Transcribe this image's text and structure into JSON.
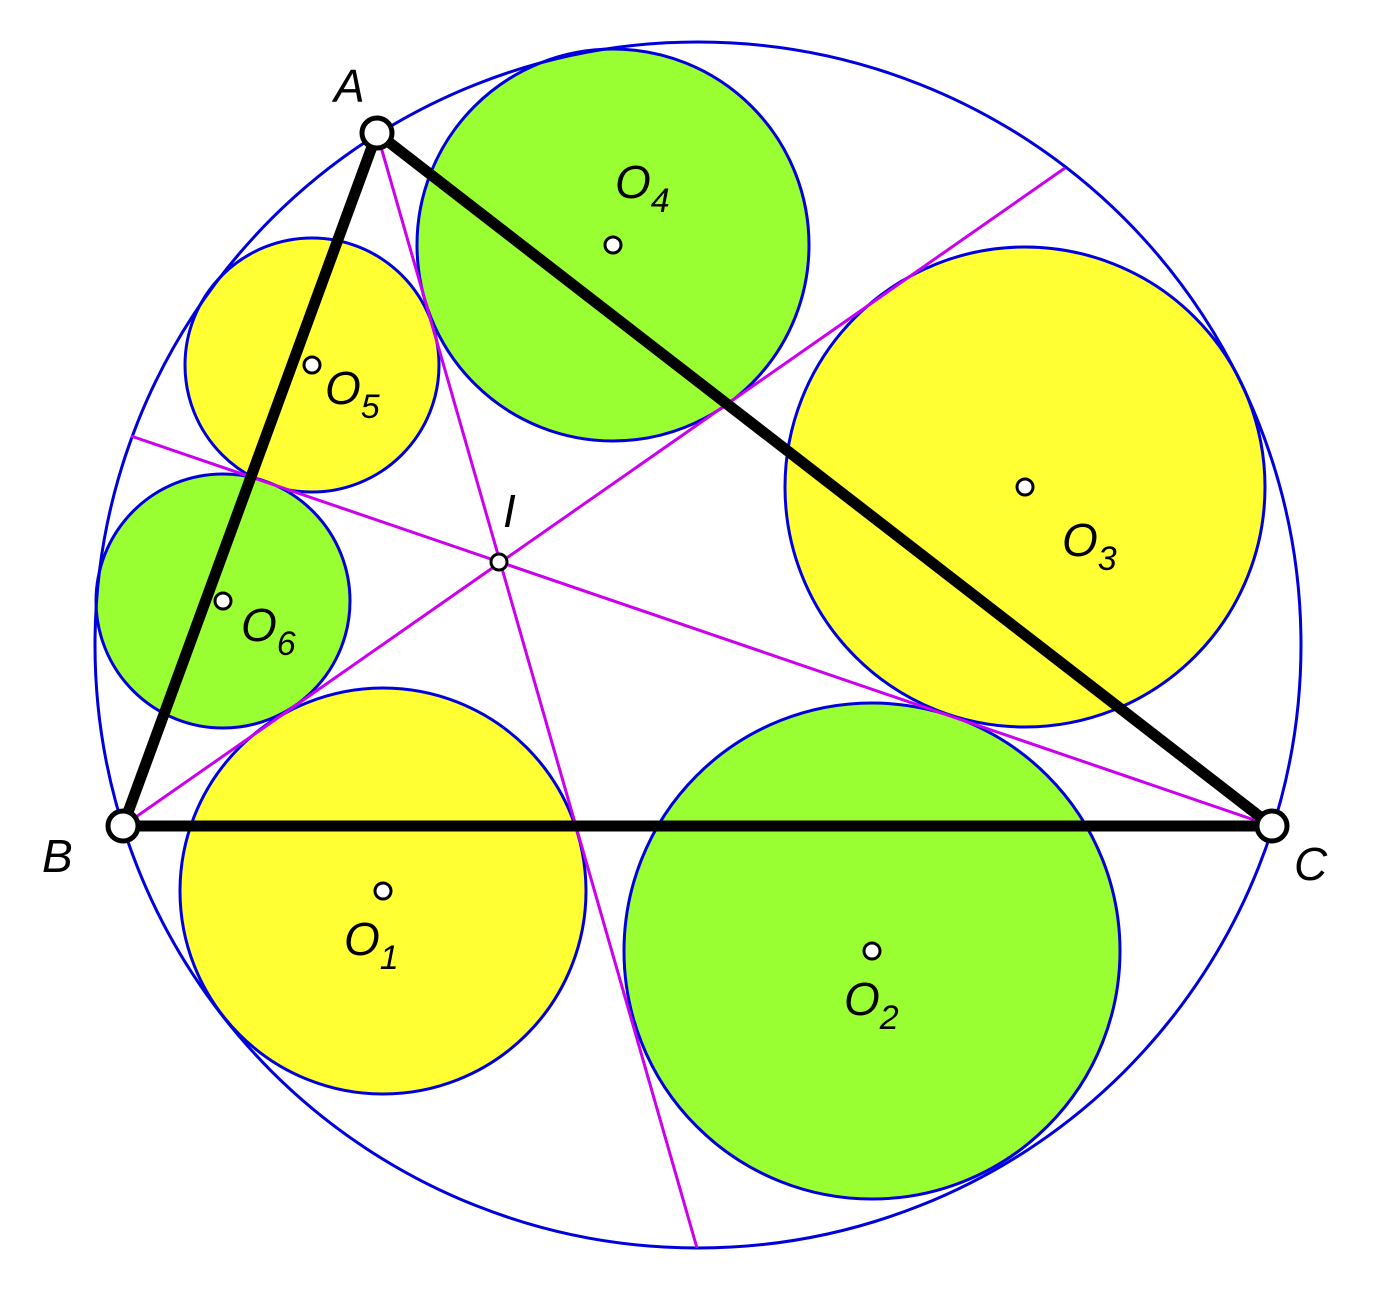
{
  "colors": {
    "circle_stroke": "#0000dd",
    "bisector": "#cc00ee",
    "triangle": "#000000",
    "fill_yellow": "#ffff33",
    "fill_green": "#99ff33",
    "point_fill": "#ffffff"
  },
  "labels": {
    "A": "A",
    "B": "B",
    "C": "C",
    "I": "I",
    "o1": {
      "main": "O",
      "sub": "1"
    },
    "o2": {
      "main": "O",
      "sub": "2"
    },
    "o3": {
      "main": "O",
      "sub": "3"
    },
    "o4": {
      "main": "O",
      "sub": "4"
    },
    "o5": {
      "main": "O",
      "sub": "5"
    },
    "o6": {
      "main": "O",
      "sub": "6"
    }
  }
}
